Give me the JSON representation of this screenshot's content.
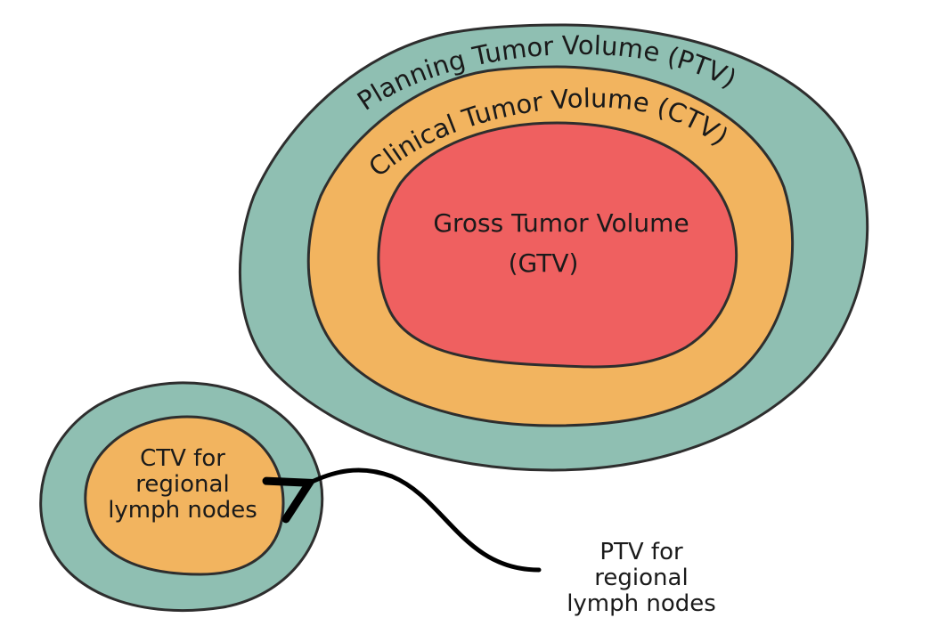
{
  "diagram": {
    "colors": {
      "ptv": "#8fbfb2",
      "ctv": "#f2b45f",
      "gtv": "#ef6060",
      "outline": "#2e2e2e",
      "text": "#1a1a1a",
      "arrow": "#000000"
    },
    "ptv_label": "Planning Tumor Volume (PTV)",
    "ctv_label": "Clinical Tumor Volume (CTV)",
    "gtv_label_line1": "Gross Tumor Volume",
    "gtv_label_line2": "(GTV)",
    "node_ctv_line1": "CTV for",
    "node_ctv_line2": "regional",
    "node_ctv_line3": "lymph nodes",
    "node_ptv_line1": "PTV for",
    "node_ptv_line2": "regional",
    "node_ptv_line3": "lymph nodes"
  }
}
